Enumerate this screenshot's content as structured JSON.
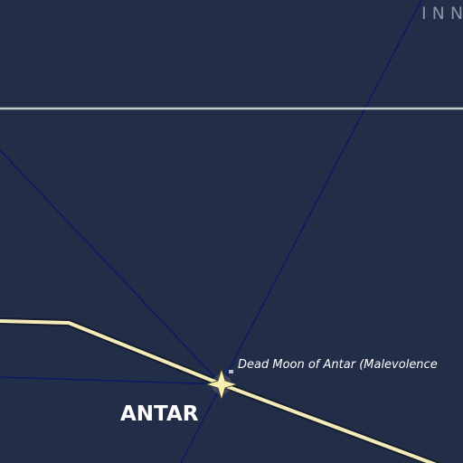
{
  "map": {
    "region_label": "INN",
    "system_name": "ANTAR",
    "poi_label": "Dead Moon of Antar (Malevolence",
    "colors": {
      "background": "#222d47",
      "jump_lane": "#0b1a66",
      "boundary_line": "#c8ccd4",
      "trade_route": "#f3ecb8",
      "star": "#f7efb0",
      "region_text": "#8c93a5",
      "label_text": "#ffffff"
    },
    "icons": {
      "star": "four-point-star-icon",
      "poi": "poi-marker-icon"
    }
  }
}
